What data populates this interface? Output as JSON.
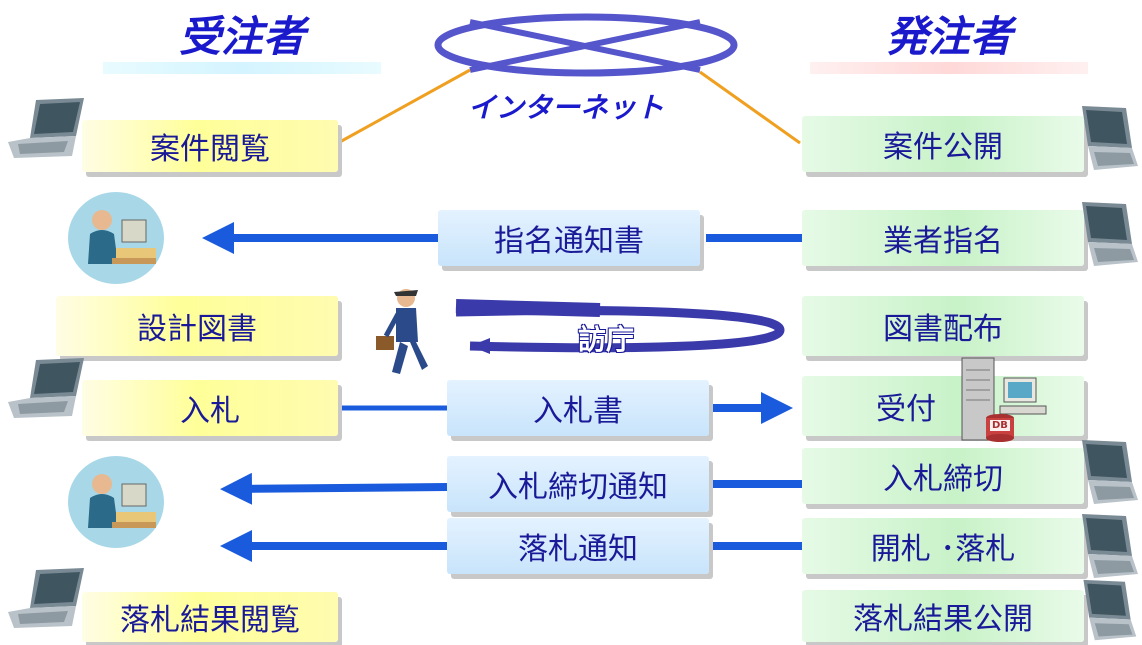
{
  "headers": {
    "contractor": "受注者",
    "orderer": "発注者"
  },
  "internet_label": "インターネット",
  "contractor_steps": {
    "view_cases": "案件閲覧",
    "design_docs": "設計図書",
    "bid": "入札",
    "view_results": "落札結果閲覧"
  },
  "orderer_steps": {
    "publish_cases": "案件公開",
    "nominate": "業者指名",
    "distribute_docs": "図書配布",
    "receive": "受付",
    "bid_close": "入札締切",
    "opening_award": "開札 ･落札",
    "publish_results": "落札結果公開"
  },
  "messages": {
    "nomination_notice": "指名通知書",
    "bid_document": "入札書",
    "bid_close_notice": "入札締切通知",
    "award_notice": "落札通知"
  },
  "visit_label": "訪庁",
  "db_label": "DB",
  "colors": {
    "arrow_blue": "#1a5bdd",
    "text_blue": "#1a1a99",
    "header_blue": "#1a1acc",
    "internet_line": "#f0a020",
    "yellow_box": "#ffff99",
    "green_box": "#c8f2c8",
    "blue_box": "#c8e4fb"
  }
}
